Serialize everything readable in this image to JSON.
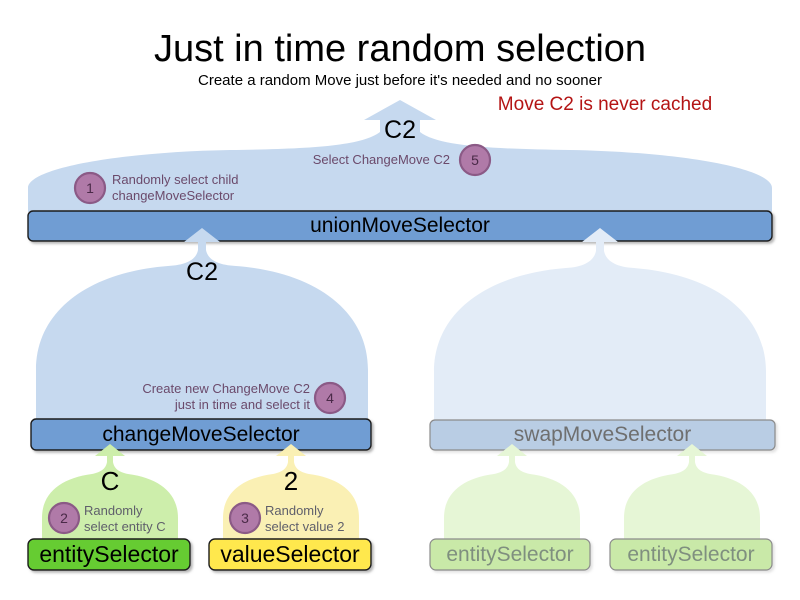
{
  "header": {
    "title": "Just in time random selection",
    "subtitle": "Create a random Move just before it's needed and no sooner",
    "note": "Move C2 is never cached",
    "note_color": "#b41414"
  },
  "colors": {
    "dome_blue": "#c6d9ef",
    "dome_blue_faded": "#e3ecf7",
    "bar_blue": "#6f9dd3",
    "bar_blue_faded": "#b9cde4",
    "dome_green": "#cdeeab",
    "dome_green_faded": "#e6f6d6",
    "box_green": "#66cc33",
    "box_green_faded": "#c9e9a8",
    "dome_yellow": "#faf0b4",
    "box_yellow": "#ffe84d",
    "step_circle_fill": "#b07aa8",
    "step_circle_stroke": "#8b5a86",
    "annotation_text": "#6b4a6b",
    "faded_text": "#7f8f7f"
  },
  "nodes": {
    "union": {
      "label": "unionMoveSelector",
      "caption": "C2",
      "faded": false
    },
    "change": {
      "label": "changeMoveSelector",
      "caption": "C2",
      "faded": false
    },
    "swap": {
      "label": "swapMoveSelector",
      "caption": "",
      "faded": true
    },
    "entity_left": {
      "label": "entitySelector",
      "caption": "C",
      "faded": false
    },
    "value_left": {
      "label": "valueSelector",
      "caption": "2",
      "faded": false
    },
    "entity_right_a": {
      "label": "entitySelector",
      "caption": "",
      "faded": true
    },
    "entity_right_b": {
      "label": "entitySelector",
      "caption": "",
      "faded": true
    }
  },
  "steps": [
    {
      "number": "1",
      "line1": "Randomly select child",
      "line2": "changeMoveSelector"
    },
    {
      "number": "2",
      "line1": "Randomly",
      "line2": "select entity C"
    },
    {
      "number": "3",
      "line1": "Randomly",
      "line2": "select value 2"
    },
    {
      "number": "4",
      "line1": "Create new ChangeMove C2",
      "line2": "just in time and select it"
    },
    {
      "number": "5",
      "line1": "Select ChangeMove C2",
      "line2": ""
    }
  ]
}
